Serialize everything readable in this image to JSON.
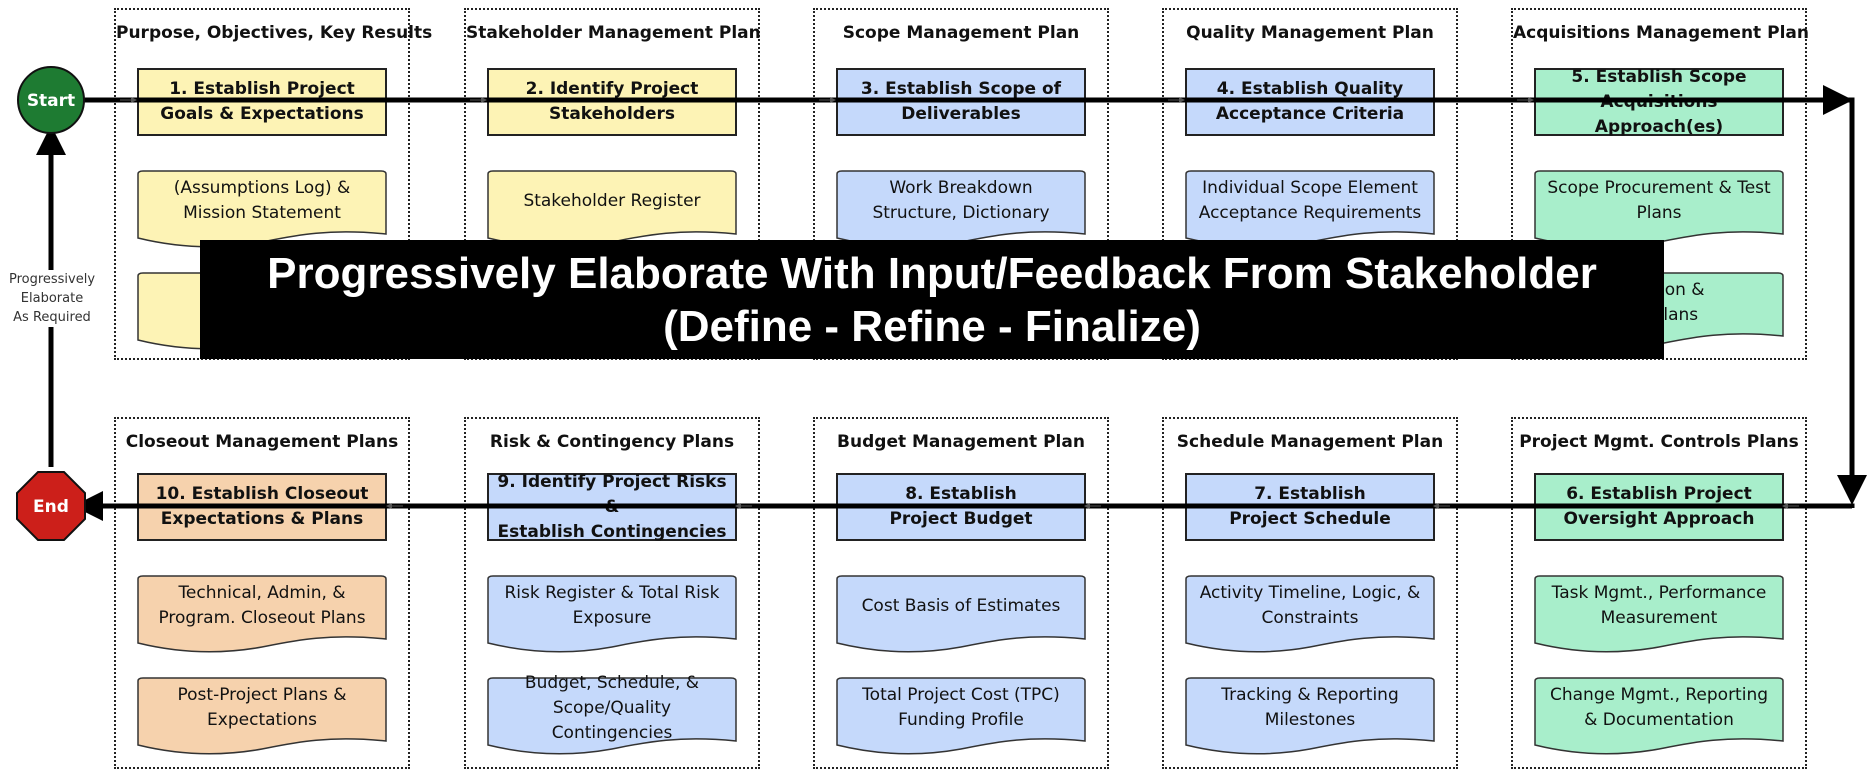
{
  "start_label": "Start",
  "end_label": "End",
  "side_note": "Progressively\nElaborate\nAs Required",
  "banner": {
    "line1": "Progressively Elaborate With Input/Feedback From Stakeholder",
    "line2": "(Define - Refine - Finalize)"
  },
  "colors": {
    "yellow": "#fdf3b5",
    "blue": "#c5d9fb",
    "green": "#a8eecb",
    "orange": "#f6d2ad",
    "start": "#1e7b32",
    "end": "#cc1f1a"
  },
  "top_row": [
    {
      "title": "Purpose, Objectives, Key Results",
      "step": "1. Establish Project\nGoals & Expectations",
      "docs": [
        "(Assumptions Log) &\nMission Statement",
        ""
      ],
      "color": "yellow"
    },
    {
      "title": "Stakeholder Management Plan",
      "step": "2. Identify Project\nStakeholders",
      "docs": [
        "Stakeholder Register",
        ""
      ],
      "color": "yellow"
    },
    {
      "title": "Scope Management Plan",
      "step": "3. Establish Scope of\nDeliverables",
      "docs": [
        "Work Breakdown\nStructure, Dictionary",
        ""
      ],
      "color": "blue"
    },
    {
      "title": "Quality Management Plan",
      "step": "4. Establish Quality\nAcceptance Criteria",
      "docs": [
        "Individual Scope Element\nAcceptance Requirements",
        ""
      ],
      "color": "blue"
    },
    {
      "title": "Acquisitions Management Plan",
      "step": "5. Establish Scope\nAcquisitions Approach(es)",
      "docs": [
        "Scope Procurement & Test\nPlans",
        "quisition &\nent Plans"
      ],
      "color": "green"
    }
  ],
  "bottom_row": [
    {
      "title": "Closeout Management Plans",
      "step": "10. Establish Closeout\nExpectations & Plans",
      "docs": [
        "Technical, Admin, &\nProgram. Closeout Plans",
        "Post-Project Plans &\nExpectations"
      ],
      "color": "orange"
    },
    {
      "title": "Risk & Contingency Plans",
      "step": "9. Identify Project Risks &\nEstablish Contingencies",
      "docs": [
        "Risk Register & Total Risk\nExposure",
        "Budget, Schedule, &\nScope/Quality Contingencies"
      ],
      "color": "blue"
    },
    {
      "title": "Budget Management Plan",
      "step": "8. Establish\nProject Budget",
      "docs": [
        "Cost Basis of Estimates",
        "Total Project Cost (TPC)\nFunding Profile"
      ],
      "color": "blue"
    },
    {
      "title": "Schedule Management Plan",
      "step": "7. Establish\nProject Schedule",
      "docs": [
        "Activity Timeline, Logic, &\nConstraints",
        "Tracking & Reporting\nMilestones"
      ],
      "color": "blue"
    },
    {
      "title": "Project Mgmt. Controls Plans",
      "step": "6. Establish Project\nOversight Approach",
      "docs": [
        "Task Mgmt., Performance\nMeasurement",
        "Change Mgmt., Reporting\n& Documentation"
      ],
      "color": "green"
    }
  ]
}
